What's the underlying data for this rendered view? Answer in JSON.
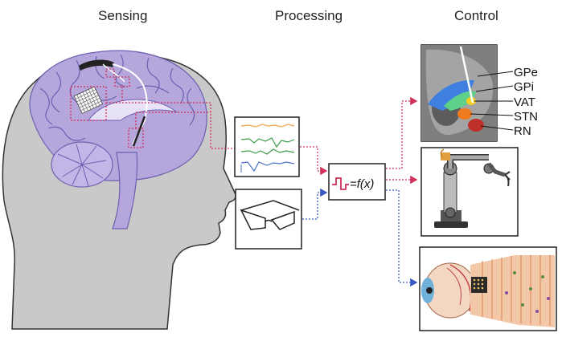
{
  "headings": {
    "sensing": "Sensing",
    "processing": "Processing",
    "control": "Control"
  },
  "processor": {
    "formula": "=f(x)"
  },
  "brain_regions": [
    "GPe",
    "GPi",
    "VAT",
    "STN",
    "RN"
  ],
  "colors": {
    "head": "#c8c8c8",
    "brain": "#b5a7dc",
    "brain_line": "#6d5fb0",
    "sensing_link": "#d0305a",
    "vision_link": "#3a57c4",
    "trace_orange": "#f0a040",
    "trace_green": "#3a9a4a",
    "trace_blue": "#4a70c8",
    "region_blue": "#3f7fe0",
    "region_green": "#5fd08a",
    "region_orange": "#f07a20",
    "region_red": "#c0302a"
  },
  "icons": [
    "electrode-grid-icon",
    "eeg-traces-icon",
    "eyeglasses-icon",
    "waveform-icon",
    "robot-arm-icon",
    "eye-retina-icon"
  ]
}
